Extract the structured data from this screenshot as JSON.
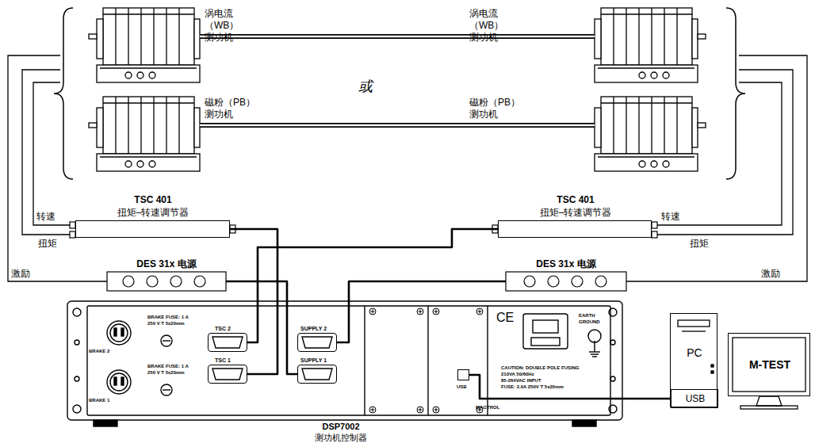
{
  "diagram": {
    "nodes": [
      {
        "text": [
          "涡电流（WB） 测功机"
        ]
      },
      {
        "text": [
          "涡电流（WB） 测功机"
        ]
      },
      {
        "text": [
          "磁粉（PB） 测功机"
        ]
      },
      {
        "text": [
          "磁粉（PB） 测功机"
        ]
      },
      {
        "text": [
          "TSC 401",
          "扭矩–转速调节器"
        ]
      },
      {
        "text": [
          "TSC 401",
          "扭矩–转速调节器"
        ]
      },
      {
        "text": [
          "DES 31x 电源"
        ]
      },
      {
        "text": [
          "DES 31x 电源"
        ]
      },
      {
        "text": [
          "DSP7002",
          "测功机控制器"
        ]
      },
      {
        "text": [
          "TSC 2"
        ],
        "in": 8
      },
      {
        "text": [
          "TSC 1"
        ],
        "in": 8
      },
      {
        "text": [
          "SUPPLY 2"
        ],
        "in": 8
      },
      {
        "text": [
          "SUPPLY 1"
        ],
        "in": 8
      },
      {
        "text": [
          "USB"
        ],
        "in": 8
      },
      {
        "text": [
          "PC"
        ]
      },
      {
        "text": [
          "USB"
        ],
        "in": 14
      },
      {
        "text": [
          "M-TEST"
        ]
      }
    ],
    "edges": [
      {
        "from": 0,
        "to": 1,
        "arrow": "none"
      },
      {
        "from": 2,
        "to": 3,
        "arrow": "none"
      },
      {
        "from": 4,
        "to": 10,
        "arrow": "none"
      },
      {
        "from": 5,
        "to": 9,
        "arrow": "none"
      },
      {
        "from": 6,
        "to": 12,
        "arrow": "none"
      },
      {
        "from": 7,
        "to": 11,
        "arrow": "none"
      },
      {
        "from": 13,
        "to": 15,
        "arrow": "none"
      }
    ],
    "labels": [
      "或",
      "转速",
      "扭矩",
      "转速",
      "扭矩",
      "激励",
      "激励",
      "BRAKE 2",
      "BRAKE FUSE: 1 A 250 V T 5x20mm",
      "BRAKE 1",
      "BRAKE FUSE: 1 A 250 V T 5x20mm",
      "CE",
      "EARTH GROUND",
      "CAUTION: DOUBLE POLE FUSING",
      "210VA 50/60Hz",
      "85-264VAC INPUT",
      "FUSE: 2.0A 250V T 5x20mm",
      "MAGTROL"
    ]
  }
}
